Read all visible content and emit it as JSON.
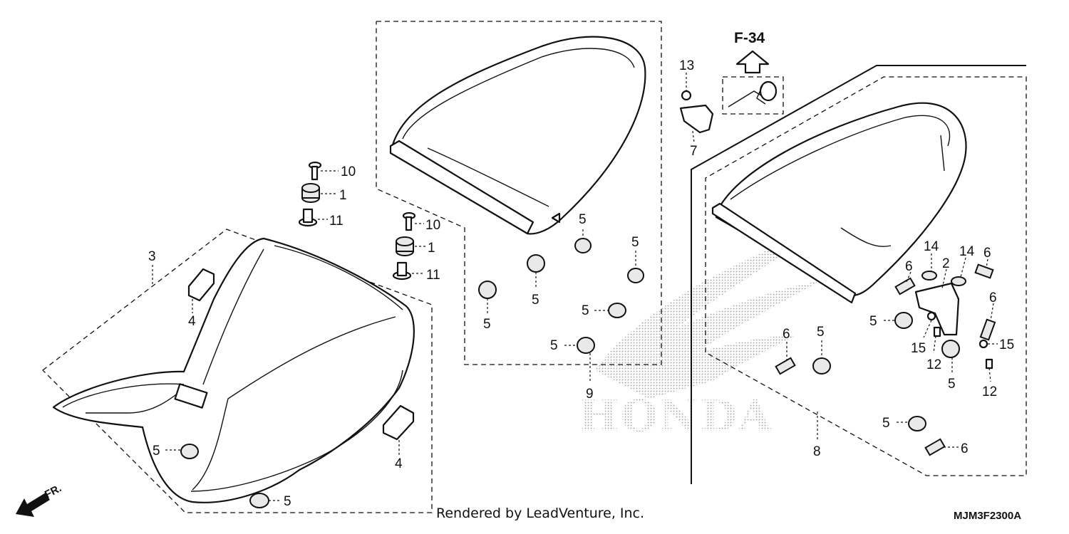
{
  "ref_page": "F-34",
  "credit": "Rendered by LeadVenture, Inc.",
  "diagram_code": "MJM3F2300A",
  "front_label": "FR.",
  "watermark": "HONDA",
  "callouts": {
    "c10a": "10",
    "c1a": "1",
    "c11a": "11",
    "c10b": "10",
    "c1b": "1",
    "c11b": "11",
    "c3": "3",
    "c4a": "4",
    "c4b": "4",
    "c5_seat_l": "5",
    "c5_seat_b": "5",
    "c5_p1": "5",
    "c5_p2": "5",
    "c5_p3": "5",
    "c5_p4": "5",
    "c5_p5": "5",
    "c5_p6": "5",
    "c9": "9",
    "c13": "13",
    "c7": "7",
    "c14a": "14",
    "c14b": "14",
    "c2": "2",
    "c6a": "6",
    "c6b": "6",
    "c6c": "6",
    "c6d": "6",
    "c6e": "6",
    "c5_c1": "5",
    "c5_c2": "5",
    "c5_c3": "5",
    "c5_c4": "5",
    "c15a": "15",
    "c15b": "15",
    "c12a": "12",
    "c12b": "12",
    "c8": "8"
  }
}
